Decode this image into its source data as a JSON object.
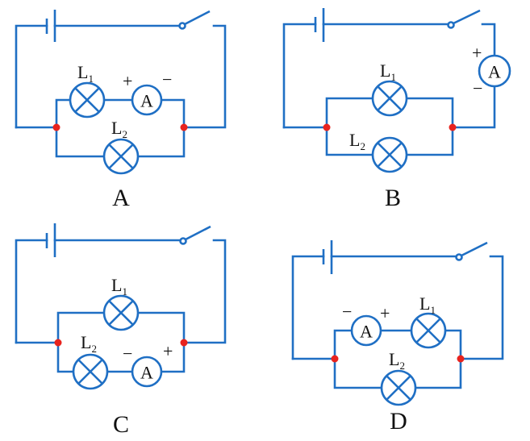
{
  "colors": {
    "wire": "#1f6fc4",
    "junction": "#e8231e",
    "text": "#111111",
    "background": "#ffffff"
  },
  "symbols": {
    "ammeter": "A",
    "plus": "+",
    "minus": "−"
  },
  "lamps": {
    "l1": {
      "letter": "L",
      "sub": "1"
    },
    "l2": {
      "letter": "L",
      "sub": "2"
    }
  },
  "panels": [
    {
      "label": "A",
      "description": "L1 and ammeter in series on upper branch, L2 on lower branch; ammeter + on left (L1 side), − on right",
      "components": [
        "battery",
        "switch",
        "lamp L1",
        "lamp L2",
        "ammeter"
      ]
    },
    {
      "label": "B",
      "description": "Ammeter in main line on right wire; + on top, − on bottom; L1 and L2 in parallel",
      "components": [
        "battery",
        "switch",
        "lamp L1",
        "lamp L2",
        "ammeter"
      ]
    },
    {
      "label": "C",
      "description": "L1 on upper branch, L2 and ammeter in series on lower branch; ammeter − on left, + on right",
      "components": [
        "battery",
        "switch",
        "lamp L1",
        "lamp L2",
        "ammeter"
      ]
    },
    {
      "label": "D",
      "description": "Ammeter and L1 in series on upper branch, L2 on lower branch; ammeter − on left, + on right",
      "components": [
        "battery",
        "switch",
        "lamp L1",
        "lamp L2",
        "ammeter"
      ]
    }
  ]
}
